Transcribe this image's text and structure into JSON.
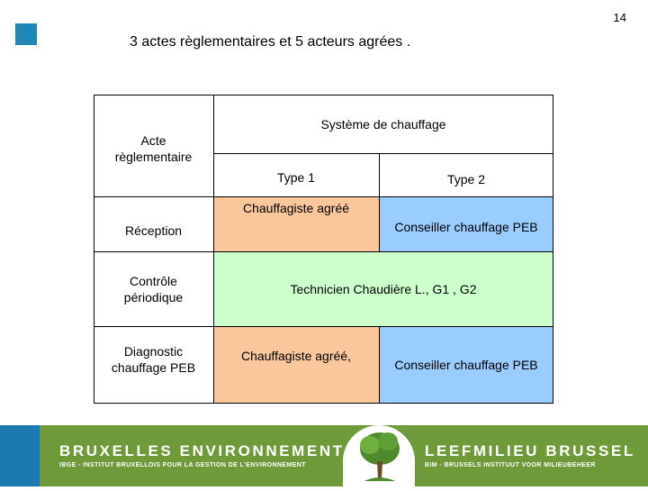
{
  "page_number": "14",
  "title": "3 actes règlementaires et 5 acteurs agrées .",
  "table": {
    "header_left": "Acte\nrèglementaire",
    "header_system": "Système de chauffage",
    "type1": "Type 1",
    "type2": "Type 2",
    "rows": [
      {
        "label": "Réception",
        "col1": "Chauffagiste agréé",
        "col2": "Conseiller chauffage PEB"
      },
      {
        "label": "Contrôle\npériodique",
        "merged": "Technicien Chaudière L., G1 , G2"
      },
      {
        "label": "Diagnostic\nchauffage PEB",
        "col1": "Chauffagiste agréé,",
        "col2": "Conseiller chauffage PEB"
      }
    ]
  },
  "footer": {
    "name_left": "BRUXELLES ENVIRONNEMENT",
    "sub_left": "IBGE - INSTITUT BRUXELLOIS POUR LA GESTION DE L'ENVIRONNEMENT",
    "name_right": "LEEFMILIEU BRUSSEL",
    "sub_right": "BIM - BRUSSELS INSTITUUT VOOR MILIEUBEHEER",
    "logo_icon": "tree-icon"
  },
  "colors": {
    "accent_blue": "#1f86b6",
    "orange": "#f9c79b",
    "blue": "#99ccff",
    "green": "#ccffcc",
    "footer_green": "#6e9a3a"
  }
}
